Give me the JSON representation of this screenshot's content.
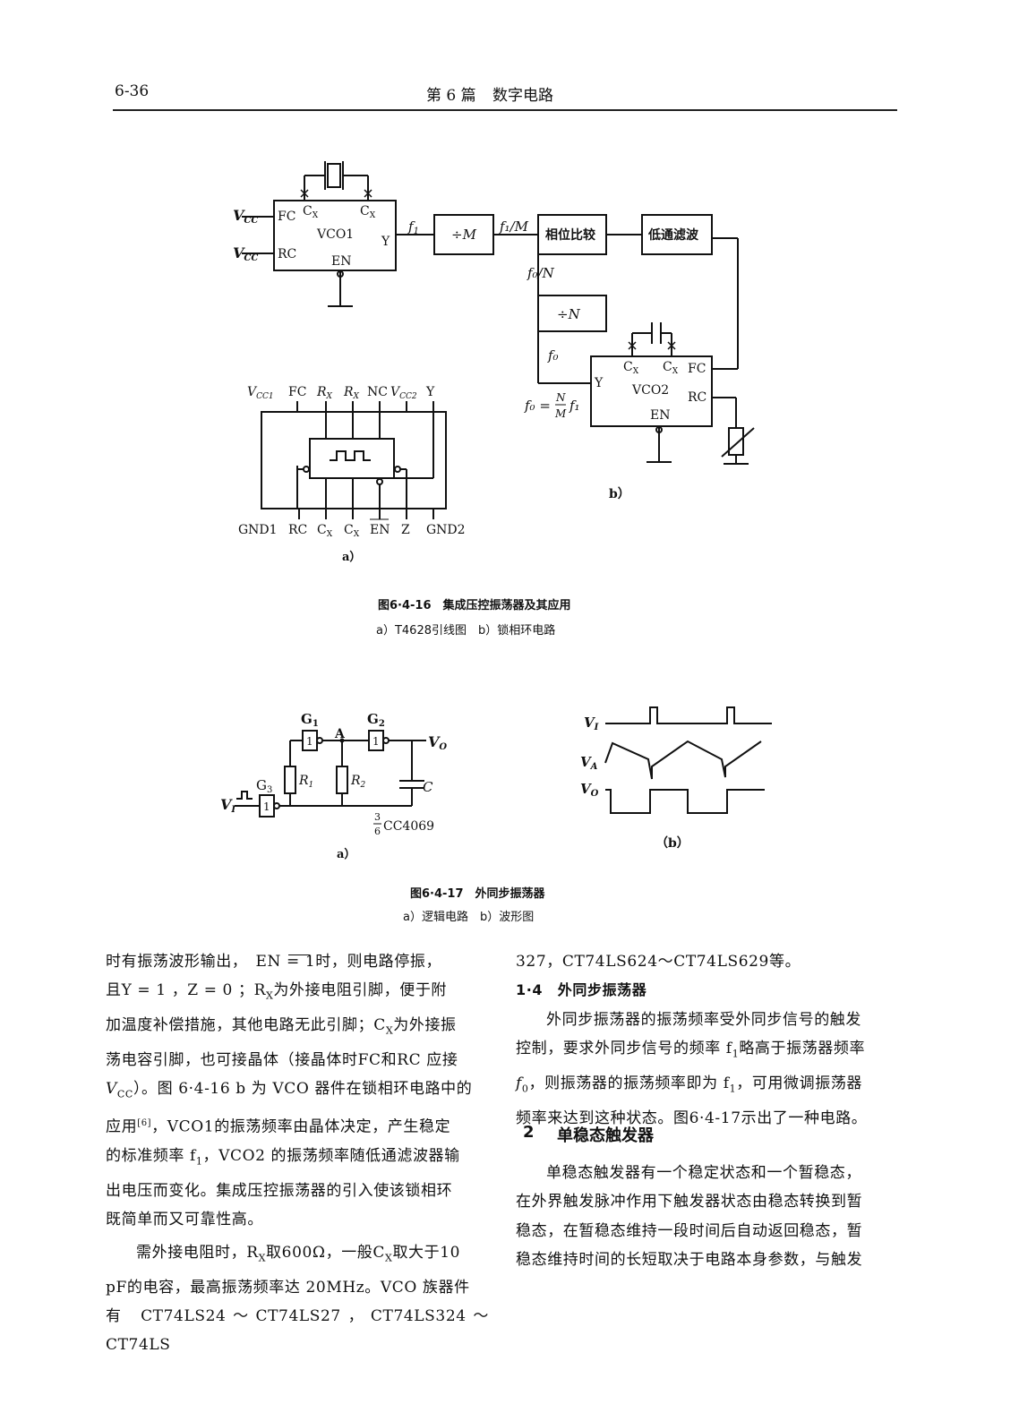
{
  "header": {
    "page_number": "6-36",
    "chapter": "第 6 篇",
    "title": "数字电路"
  },
  "figure_16": {
    "vco1": {
      "vcc1": "V",
      "vcc_sub": "CC",
      "fc": "FC",
      "rc": "RC",
      "cx": "C",
      "cx_sub": "X",
      "name": "VCO1",
      "y": "Y",
      "en": "EN"
    },
    "f1": "f",
    "f1_sub": "1",
    "div_m": "÷M",
    "f1_over_m": "f₁/M",
    "phase_compare": "相位比较",
    "low_pass": "低通滤波",
    "f0_over_n": "f₀/N",
    "div_n": "÷N",
    "f0": "f₀",
    "f0_formula_left": "f₀ =",
    "f0_formula_num": "N",
    "f0_formula_den": "M",
    "f0_formula_right": "f₁",
    "vco2": {
      "cx": "C",
      "cx_sub": "X",
      "fc": "FC",
      "rc": "RC",
      "name": "VCO2",
      "y": "Y",
      "en": "EN"
    },
    "label_b": "b）",
    "pins_top": [
      "V",
      "FC",
      "R",
      "R",
      "NC",
      "V",
      "Y"
    ],
    "pins_top_sub": [
      "CC1",
      "",
      "X",
      "X",
      "",
      "CC2",
      ""
    ],
    "pins_bottom": [
      "GND1",
      "RC",
      "C",
      "C",
      "EN",
      "Z",
      "GND2"
    ],
    "pins_bottom_sub": [
      "",
      "",
      "X",
      "X",
      "",
      "",
      ""
    ],
    "label_a": "a）",
    "caption": "图6·4-16　集成压控振荡器及其应用",
    "subcaption": "a）T4628引线图　b）锁相环电路"
  },
  "figure_17": {
    "g1": "G",
    "g1_sub": "1",
    "g2": "G",
    "g2_sub": "2",
    "g3": "G",
    "g3_sub": "3",
    "gate_symbol": "1",
    "node_a": "A",
    "vo": "V",
    "vo_sub": "O",
    "r1": "R",
    "r1_sub": "1",
    "r2": "R",
    "r2_sub": "2",
    "cap": "C",
    "vi": "V",
    "vi_sub": "I",
    "chip_num": "3",
    "chip_den": "6",
    "chip_name": "CC4069",
    "label_a": "a）",
    "wave_vi": "V",
    "wave_vi_sub": "I",
    "wave_va": "V",
    "wave_va_sub": "A",
    "wave_vo": "V",
    "wave_vo_sub": "O",
    "label_b": "（b）",
    "caption": "图6·4-17　外同步振荡器",
    "subcaption": "a）逻辑电路　b）波形图"
  },
  "left_column": {
    "p1_lines": [
      "时有振荡波形输出，　EN = 1时，则电路停振，",
      "且Y = 1 ，Z = 0 ；R",
      "加温度补偿措施，其他电路无此引脚；C",
      "荡电容引脚，也可接晶体（接晶体时FC和RC 应接",
      "V",
      "应用",
      "的标准频率 f",
      "出电压而变化。集成压控振荡器的引入使该锁相环",
      "既简单而又可靠性高。"
    ],
    "l2_tail": "为外接电阻引脚，便于附",
    "l3_tail": "为外接振",
    "l5_tail": "）。图 6·4-16 b 为 VCO 器件在锁相环电路中的",
    "l6_sup": "[6]",
    "l6_tail": "，VCO1的振荡频率由晶体决定，产生稳定",
    "l7_tail": "，VCO2 的振荡频率随低通滤波器输",
    "p2_lines": [
      "需外接电阻时，R",
      "pF的电容，最高振荡频率达 20MHz。VCO 族器件",
      "有 CT74LS24～CT74LS27，CT74LS324～CT74LS"
    ],
    "p2_l1_mid": "取600Ω，一般C",
    "p2_l1_tail": "取大于10"
  },
  "right_column": {
    "cont_line": "327，CT74LS624～CT74LS629等。",
    "heading_14": "1·4　外同步振荡器",
    "p1_lines": [
      "外同步振荡器的振荡频率受外同步信号的触发",
      "控制，要求外同步信号的频率 f",
      "f",
      "频率来达到这种状态。图6·4-17示出了一种电路。"
    ],
    "p1_l2_tail": "略高于振荡器频率",
    "p1_l3_tail": "，则振荡器的振荡频率即为 f",
    "p1_l3_tail2": "，可用微调振荡器",
    "section_2_num": "2",
    "section_2_title": "单稳态触发器",
    "p2_lines": [
      "单稳态触发器有一个稳定状态和一个暂稳态，",
      "在外界触发脉冲作用下触发器状态由稳态转换到暂",
      "稳态，在暂稳态维持一段时间后自动返回稳态，暂",
      "稳态维持时间的长短取决于电路本身参数，与触发"
    ]
  }
}
